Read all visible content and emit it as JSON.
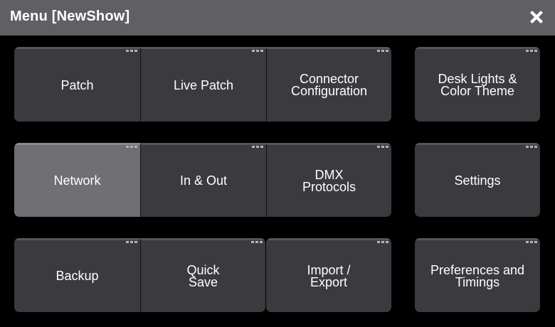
{
  "window": {
    "title": "Menu [NewShow]",
    "close_icon": "close-icon"
  },
  "colors": {
    "titlebar": "#5f5f64",
    "tile": "#3a3a3f",
    "tile_selected": "#6f6f74",
    "background": "#000000",
    "text": "#ffffff"
  },
  "tiles": [
    {
      "id": "patch",
      "label": "Patch",
      "selected": false
    },
    {
      "id": "live-patch",
      "label": "Live Patch",
      "selected": false
    },
    {
      "id": "connector-configuration",
      "label": "Connector\nConfiguration",
      "selected": false
    },
    {
      "id": "desk-lights",
      "label": "Desk Lights &\nColor Theme",
      "selected": false
    },
    {
      "id": "network",
      "label": "Network",
      "selected": true
    },
    {
      "id": "in-out",
      "label": "In & Out",
      "selected": false
    },
    {
      "id": "dmx-protocols",
      "label": "DMX\nProtocols",
      "selected": false
    },
    {
      "id": "settings",
      "label": "Settings",
      "selected": false
    },
    {
      "id": "backup",
      "label": "Backup",
      "selected": false
    },
    {
      "id": "quick-save",
      "label": "Quick\nSave",
      "selected": false
    },
    {
      "id": "import-export",
      "label": "Import /\nExport",
      "selected": false
    },
    {
      "id": "preferences",
      "label": "Preferences and\nTimings",
      "selected": false
    }
  ]
}
